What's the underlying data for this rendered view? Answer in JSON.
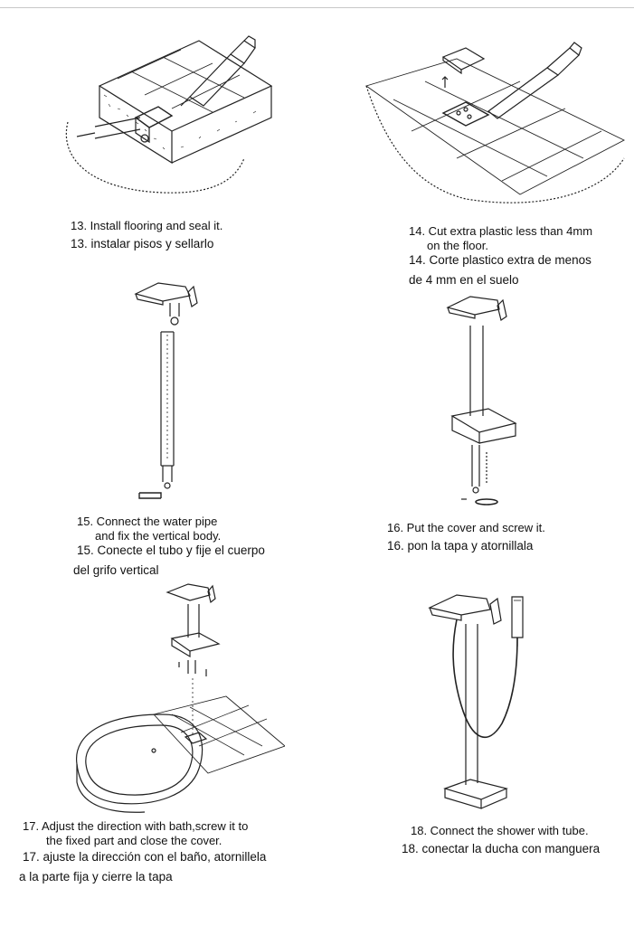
{
  "steps": [
    {
      "en": [
        "13. Install flooring and seal it."
      ],
      "es": [
        "13. instalar pisos y sellarlo"
      ]
    },
    {
      "en": [
        "14. Cut extra plastic less than 4mm",
        "on the floor."
      ],
      "es": [
        "14. Corte plastico extra de menos",
        "de 4 mm en el suelo"
      ]
    },
    {
      "en": [
        "15. Connect the water pipe",
        "and fix the vertical body."
      ],
      "es": [
        "15. Conecte el tubo y fije el cuerpo",
        "del grifo vertical"
      ]
    },
    {
      "en": [
        "16. Put the cover and screw it."
      ],
      "es": [
        "16. pon la tapa y atornillala"
      ]
    },
    {
      "en": [
        "17. Adjust the direction with bath,screw it to",
        "the fixed part and close the cover."
      ],
      "es": [
        "17. ajuste la dirección con el baño, atornillela",
        "a la parte fija y cierre la tapa"
      ]
    },
    {
      "en": [
        "18. Connect the shower with tube."
      ],
      "es": [
        "18. conectar la ducha con manguera"
      ]
    }
  ]
}
